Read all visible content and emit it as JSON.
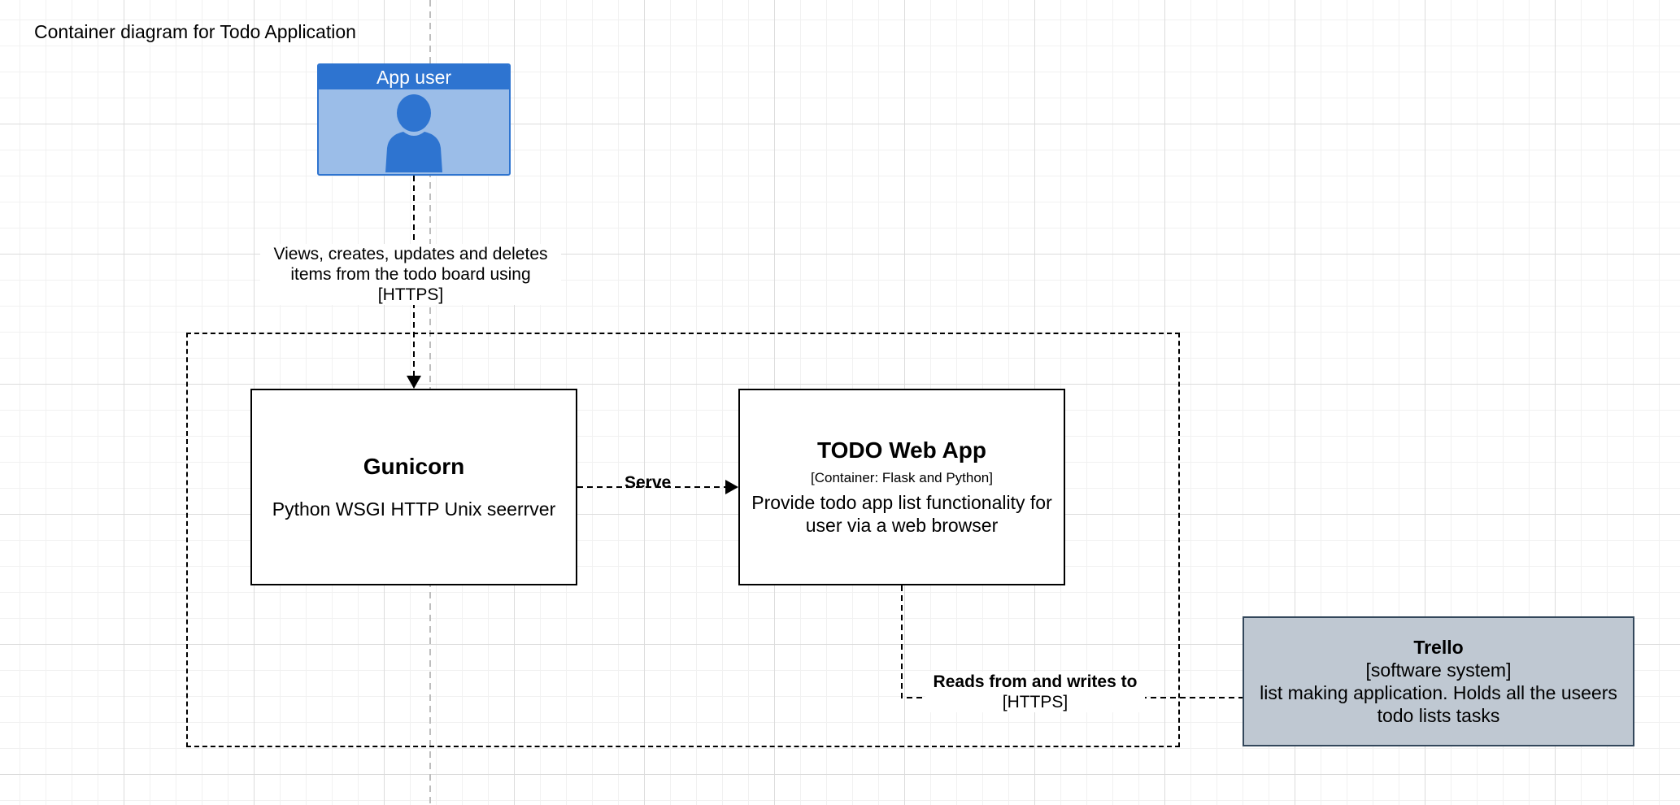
{
  "diagram": {
    "title": "Container diagram for Todo Application"
  },
  "app_user": {
    "label": "App user",
    "icon": "person-icon"
  },
  "gunicorn": {
    "title": "Gunicorn",
    "description": "Python WSGI HTTP Unix seerrver"
  },
  "todo_web_app": {
    "title": "TODO Web App",
    "technology": "[Container: Flask and Python]",
    "description": "Provide todo app list functionality for user via a web browser"
  },
  "trello": {
    "title": "Trello",
    "type": "[software system]",
    "description": "list making application. Holds all the useers todo lists tasks"
  },
  "edges": {
    "user_to_gunicorn": {
      "label": "Views, creates, updates and deletes items from the todo board using",
      "protocol": "[HTTPS]"
    },
    "gunicorn_to_webapp": {
      "label": "Serve"
    },
    "webapp_to_trello": {
      "label": "Reads from and writes to",
      "protocol": "[HTTPS]"
    }
  },
  "colors": {
    "user_header": "#2e74d0",
    "user_body": "#9bbde8",
    "trello_fill": "#bfc8d2",
    "trello_border": "#33475b"
  }
}
